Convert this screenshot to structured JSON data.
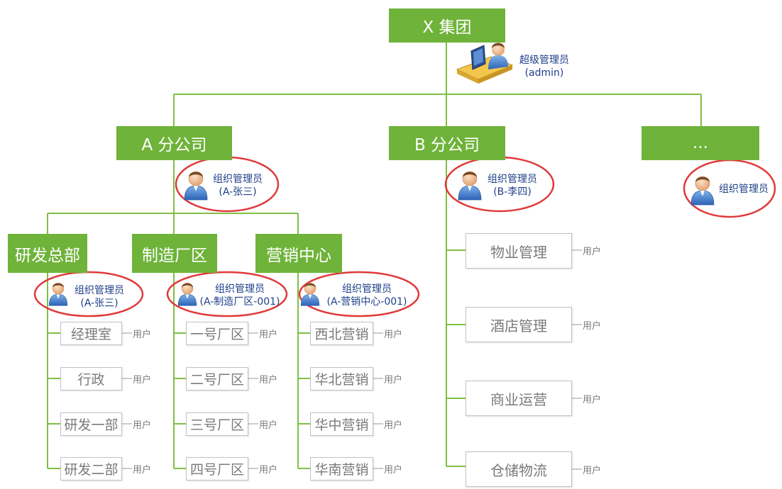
{
  "colors": {
    "green": "#6fb33a",
    "line": "#7fbf45",
    "oval": "#e03a3a",
    "admin_text": "#1f3f8a",
    "gray_text": "#7a7a7a"
  },
  "root": {
    "label": "X 集团"
  },
  "super_admin": {
    "title": "超级管理员",
    "id": "(admin)",
    "icon": "desk-admin-icon"
  },
  "companies": [
    {
      "label": "A 分公司",
      "admin": {
        "title": "组织管理员",
        "id": "(A-张三)"
      }
    },
    {
      "label": "B 分公司",
      "admin": {
        "title": "组织管理员",
        "id": "(B-李四)"
      }
    },
    {
      "label": "...",
      "admin": {
        "title": "组织管理员",
        "id": ""
      }
    }
  ],
  "divisions": [
    {
      "label": "研发总部",
      "admin": {
        "title": "组织管理员",
        "id": "(A-张三)"
      },
      "units": [
        "经理室",
        "行政",
        "研发一部",
        "研发二部"
      ]
    },
    {
      "label": "制造厂区",
      "admin": {
        "title": "组织管理员",
        "id": "(A-制造厂区-001)"
      },
      "units": [
        "一号厂区",
        "二号厂区",
        "三号厂区",
        "四号厂区"
      ]
    },
    {
      "label": "营销中心",
      "admin": {
        "title": "组织管理员",
        "id": "(A-营销中心-001)"
      },
      "units": [
        "西北营销",
        "华北营销",
        "华中营销",
        "华南营销"
      ]
    }
  ],
  "b_units": [
    "物业管理",
    "酒店管理",
    "商业运营",
    "仓储物流"
  ],
  "user_label": "用户"
}
